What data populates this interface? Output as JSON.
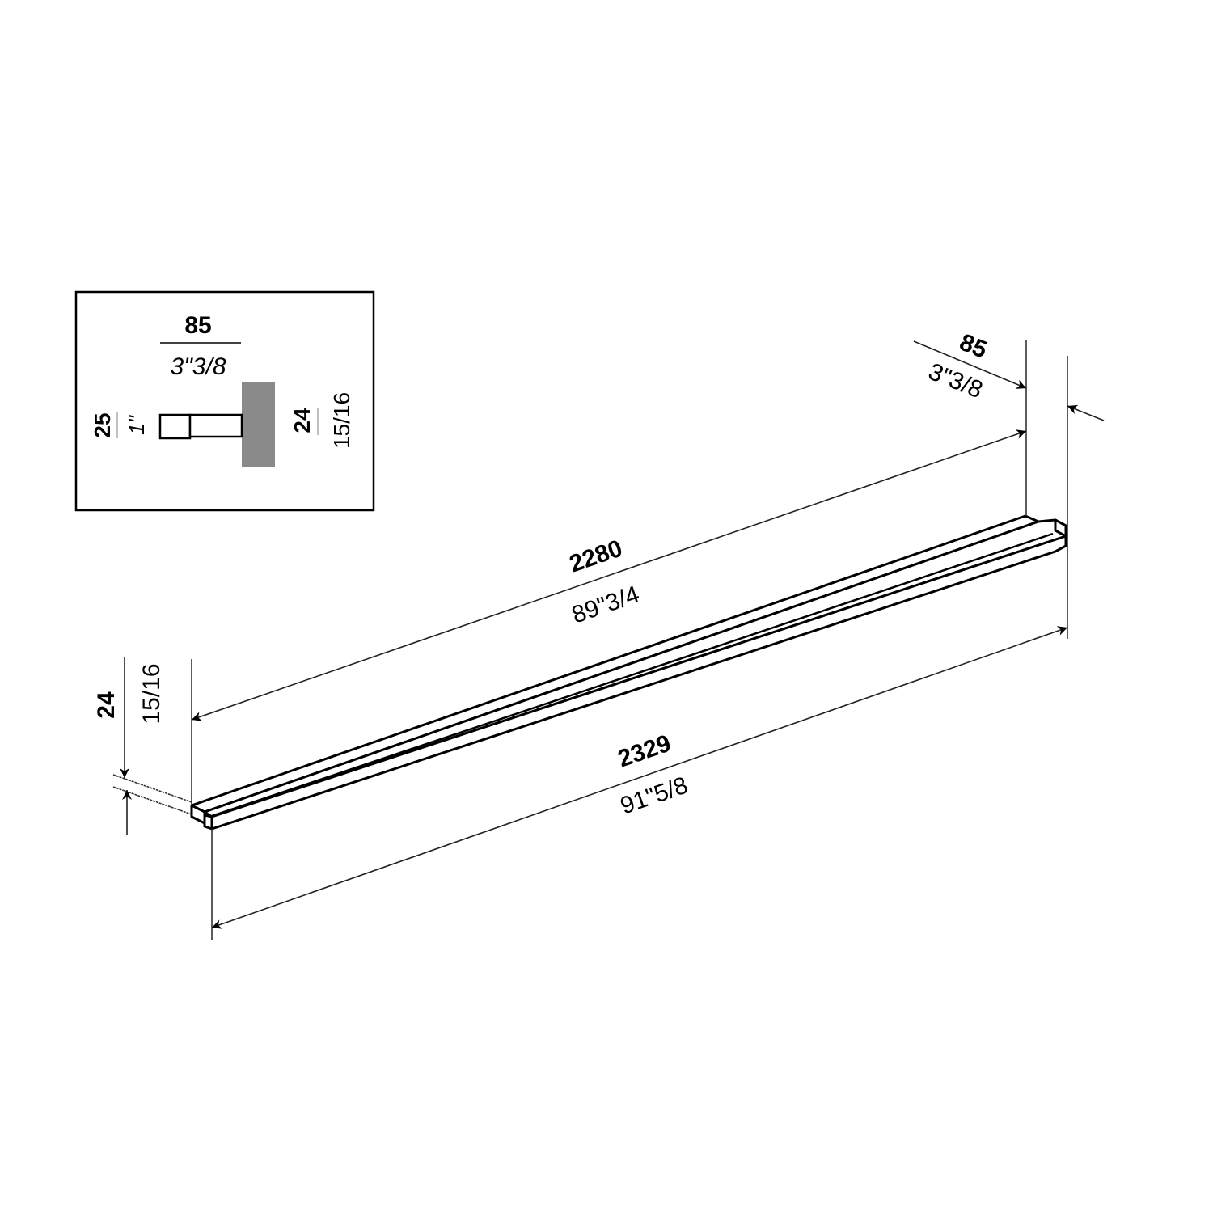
{
  "inset": {
    "width_mm": "85",
    "width_in": "3\"3/8",
    "bracket_height_mm": "25",
    "bracket_height_in": "1\"",
    "plate_height_mm": "24",
    "plate_height_in": "15/16"
  },
  "main": {
    "depth_mm": "85",
    "depth_in": "3\"3/8",
    "inner_length_mm": "2280",
    "inner_length_in": "89\"3/4",
    "overall_length_mm": "2329",
    "overall_length_in": "91\"5/8",
    "thickness_mm": "24",
    "thickness_in": "15/16"
  },
  "colors": {
    "line": "#000000",
    "plate_fill": "#8a8a8a",
    "background": "#ffffff"
  }
}
